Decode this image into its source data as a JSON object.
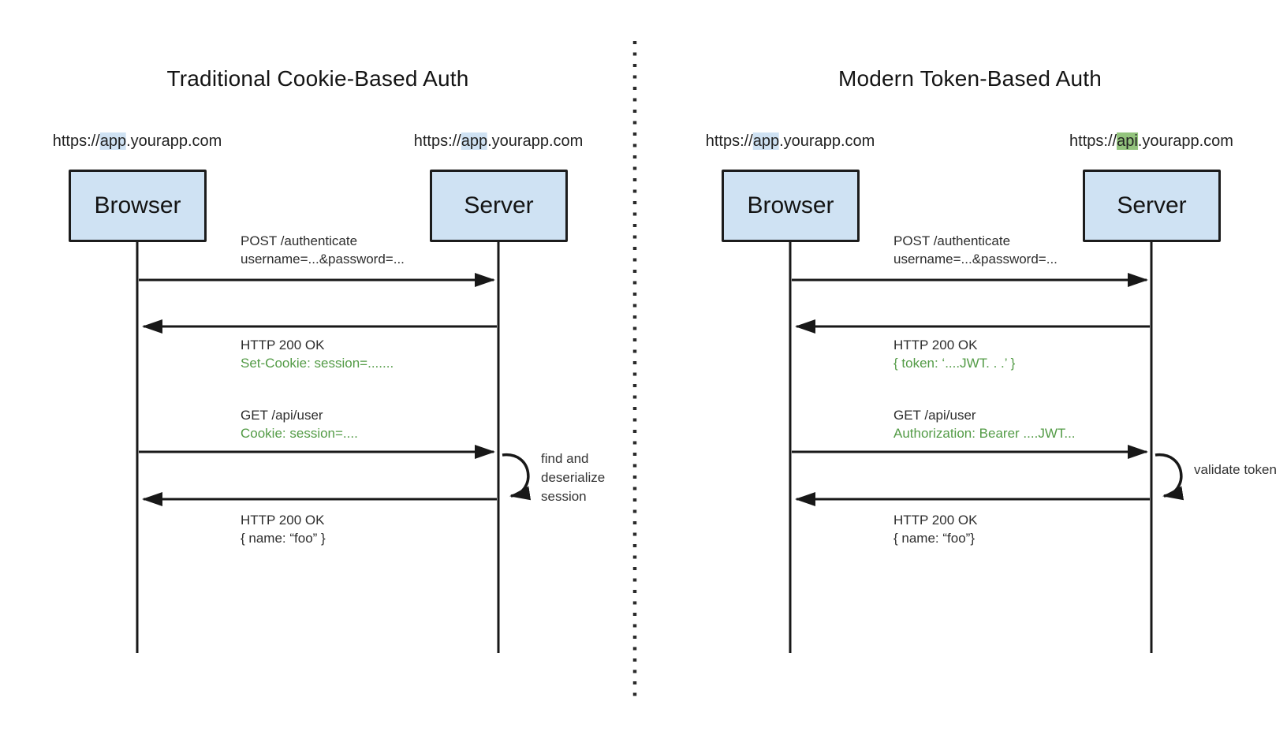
{
  "colors": {
    "box_fill": "#cfe2f3",
    "box_border": "#1c1c1c",
    "highlight_blue": "#cfe2f3",
    "highlight_green": "#93c47d",
    "green_text": "#539b46",
    "line": "#181818"
  },
  "panels": [
    {
      "title": "Traditional Cookie-Based Auth",
      "browser": {
        "label": "Browser",
        "url_prefix": "https://",
        "url_highlight": "app",
        "url_suffix": ".yourapp.com"
      },
      "server": {
        "label": "Server",
        "url_prefix": "https://",
        "url_highlight": "app",
        "url_suffix": ".yourapp.com"
      },
      "messages": [
        {
          "line1": "POST /authenticate",
          "line2": "username=...&password=..."
        },
        {
          "line1": "HTTP 200 OK",
          "line2": "Set-Cookie: session=......."
        },
        {
          "line1": "GET /api/user",
          "line2": "Cookie: session=...."
        },
        {
          "line1": "HTTP 200 OK",
          "line2": "{ name: “foo” }"
        }
      ],
      "note": [
        "find and",
        "deserialize",
        "session"
      ]
    },
    {
      "title": "Modern Token-Based Auth",
      "browser": {
        "label": "Browser",
        "url_prefix": "https://",
        "url_highlight": "app",
        "url_suffix": ".yourapp.com"
      },
      "server": {
        "label": "Server",
        "url_prefix": "https://",
        "url_highlight": "api",
        "url_suffix": ".yourapp.com"
      },
      "messages": [
        {
          "line1": "POST /authenticate",
          "line2": "username=...&password=..."
        },
        {
          "line1": "HTTP 200 OK",
          "line2": "{ token: ‘....JWT. . .’ }"
        },
        {
          "line1": "GET /api/user",
          "line2": "Authorization: Bearer ....JWT..."
        },
        {
          "line1": "HTTP 200 OK",
          "line2": "{ name: “foo”}"
        }
      ],
      "note": [
        "validate token"
      ]
    }
  ]
}
